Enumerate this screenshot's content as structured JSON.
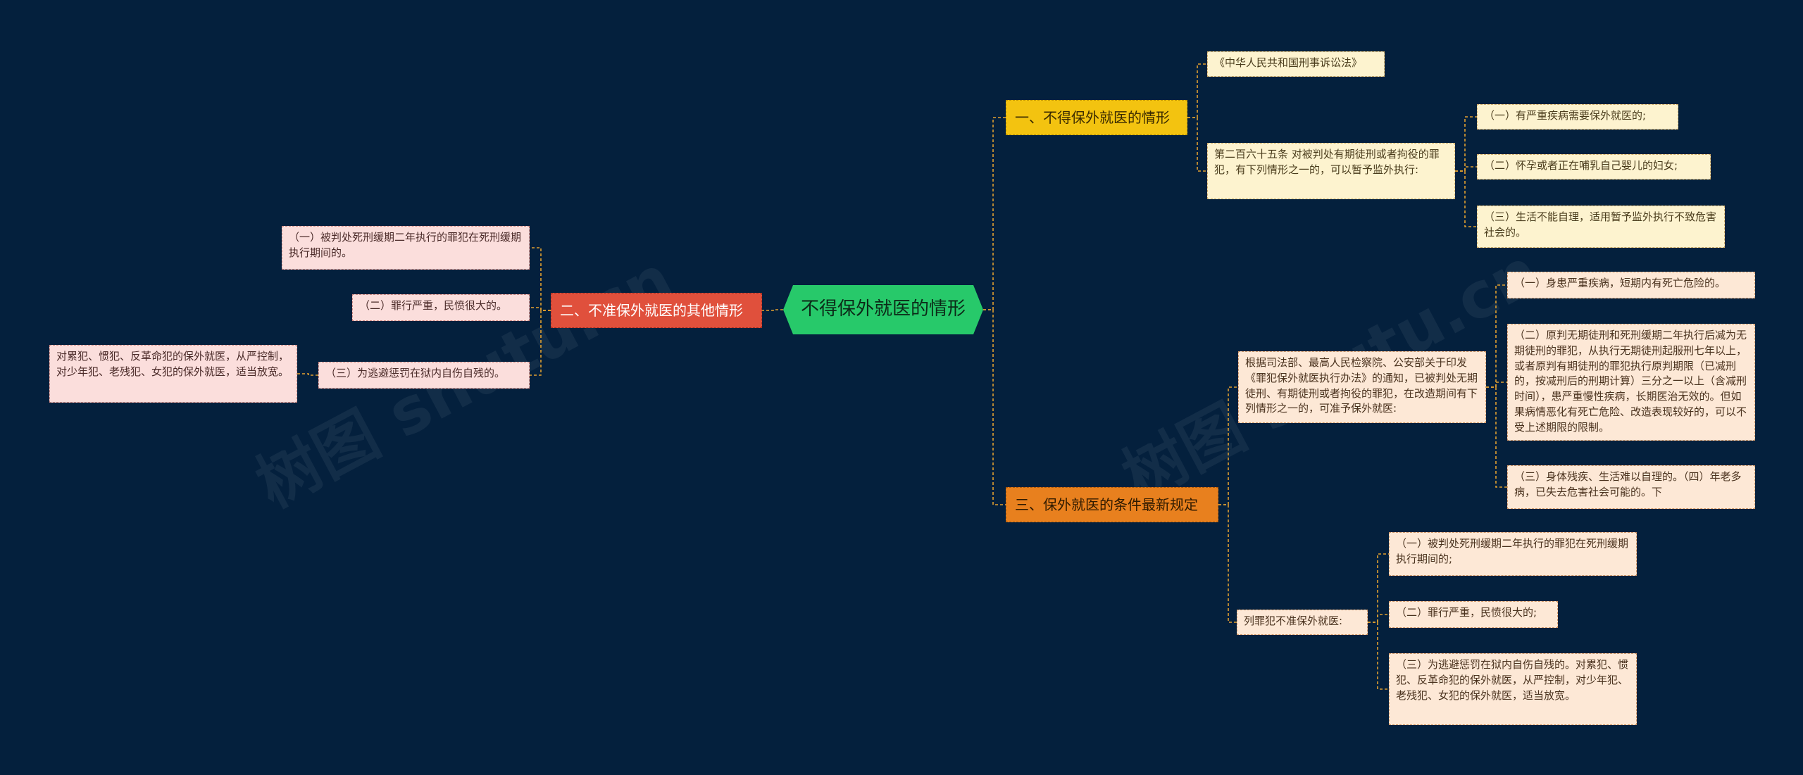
{
  "root": {
    "title": "不得保外就医的情形"
  },
  "branch1": {
    "title": "一、不得保外就医的情形",
    "law": "《中华人民共和国刑事诉讼法》",
    "article": "第二百六十五条 对被判处有期徒刑或者拘役的罪犯，有下列情形之一的，可以暂予监外执行:",
    "items": [
      "（一）有严重疾病需要保外就医的;",
      "（二）怀孕或者正在哺乳自己婴儿的妇女;",
      "（三）生活不能自理，适用暂予监外执行不致危害社会的。"
    ]
  },
  "branch2": {
    "title": "二、不准保外就医的其他情形",
    "items": [
      "（一）被判处死刑缓期二年执行的罪犯在死刑缓期执行期间的。",
      "（二）罪行严重，民愤很大的。",
      "（三）为逃避惩罚在狱内自伤自残的。"
    ],
    "sub": "对累犯、惯犯、反革命犯的保外就医，从严控制，对少年犯、老残犯、女犯的保外就医，适当放宽。"
  },
  "branch3": {
    "title": "三、保外就医的条件最新规定",
    "rule": "根据司法部、最高人民检察院、公安部关于印发《罪犯保外就医执行办法》的通知，已被判处无期徒刑、有期徒刑或者拘役的罪犯，在改造期间有下列情形之一的，可准予保外就医:",
    "rule_items": [
      "（一）身患严重疾病，短期内有死亡危险的。",
      "（二）原判无期徒刑和死刑缓期二年执行后减为无期徒刑的罪犯，从执行无期徒刑起服刑七年以上，或者原判有期徒刑的罪犯执行原判期限（已减刑的，按减刑后的刑期计算）三分之一以上（含减刑时间），患严重慢性疾病，长期医治无效的。但如果病情恶化有死亡危险、改造表现较好的，可以不受上述期限的限制。",
      "（三）身体残疾、生活难以自理的。（四）年老多病，已失去危害社会可能的。下"
    ],
    "deny": "列罪犯不准保外就医:",
    "deny_items": [
      "（一）被判处死刑缓期二年执行的罪犯在死刑缓期执行期间的;",
      "（二）罪行严重，民愤很大的;",
      "（三）为逃避惩罚在狱内自伤自残的。对累犯、惯犯、反革命犯的保外就医，从严控制，对少年犯、老残犯、女犯的保外就医，适当放宽。"
    ]
  },
  "colors": {
    "background": "#04203d",
    "root": "#27c96a",
    "branch1": "#f3c310",
    "branch2": "#e0503c",
    "branch3": "#e8801e",
    "connector": "#e0a030"
  }
}
